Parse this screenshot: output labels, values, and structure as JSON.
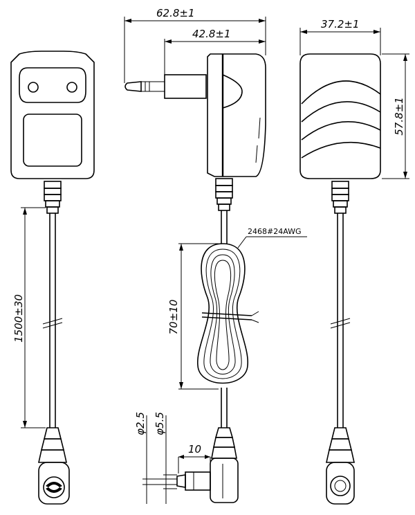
{
  "diagram": {
    "dimensions": {
      "overall_length": "62.8±1",
      "body_length": "42.8±1",
      "body_width": "37.2±1",
      "body_height": "57.8±1",
      "cable_length": "1500±30",
      "coil_length": "70±10",
      "inner_diameter": "φ2.5",
      "outer_diameter": "φ5.5",
      "barrel_length": "10"
    },
    "cable_label": "2468#24AWG"
  },
  "colors": {
    "line": "#000000",
    "background": "#ffffff"
  }
}
